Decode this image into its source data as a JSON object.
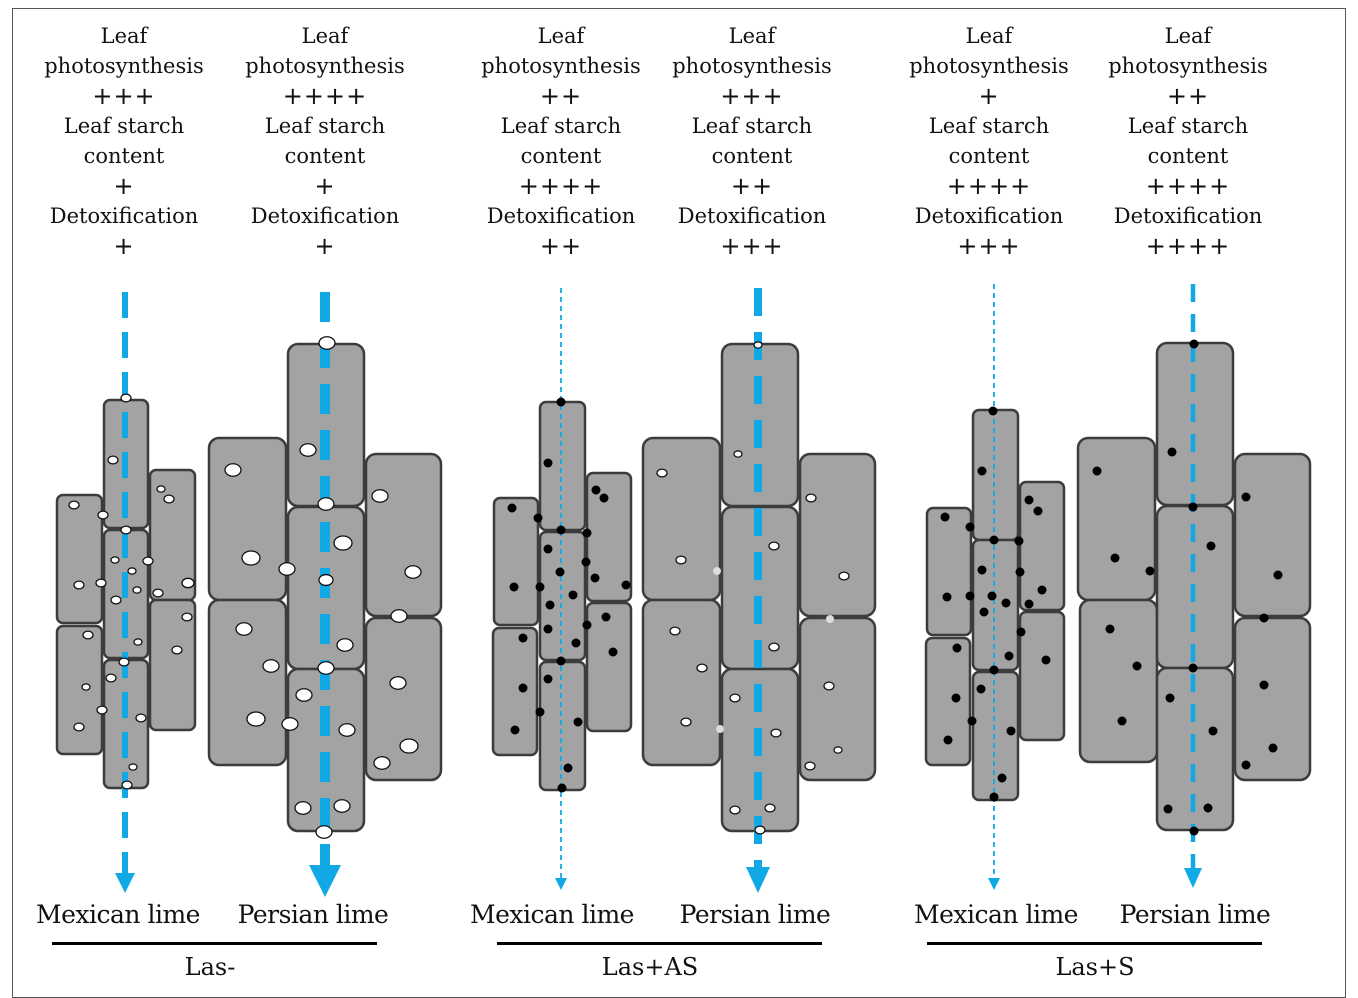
{
  "colors": {
    "cell_fill": "#a3a3a3",
    "cell_stroke": "#3c3c3c",
    "flow": "#11a8e6",
    "starch_grain": "#ffffff",
    "callose_dot": "#000000"
  },
  "columns": [
    {
      "photo_label": [
        "Leaf",
        "photosynthesis"
      ],
      "photo_level": "+++",
      "starch_label": [
        "Leaf starch",
        "content"
      ],
      "starch_level": "+",
      "detox_label": "Detoxification",
      "detox_level": "+"
    },
    {
      "photo_label": [
        "Leaf",
        "photosynthesis"
      ],
      "photo_level": "++++",
      "starch_label": [
        "Leaf starch",
        "content"
      ],
      "starch_level": "+",
      "detox_label": "Detoxification",
      "detox_level": "+"
    },
    {
      "photo_label": [
        "Leaf",
        "photosynthesis"
      ],
      "photo_level": "++",
      "starch_label": [
        "Leaf starch",
        "content"
      ],
      "starch_level": "++++",
      "detox_label": "Detoxification",
      "detox_level": "++"
    },
    {
      "photo_label": [
        "Leaf",
        "photosynthesis"
      ],
      "photo_level": "+++",
      "starch_label": [
        "Leaf starch",
        "content"
      ],
      "starch_level": "++",
      "detox_label": "Detoxification",
      "detox_level": "+++"
    },
    {
      "photo_label": [
        "Leaf",
        "photosynthesis"
      ],
      "photo_level": "+",
      "starch_label": [
        "Leaf starch",
        "content"
      ],
      "starch_level": "++++",
      "detox_label": "Detoxification",
      "detox_level": "+++"
    },
    {
      "photo_label": [
        "Leaf",
        "photosynthesis"
      ],
      "photo_level": "++",
      "starch_label": [
        "Leaf starch",
        "content"
      ],
      "starch_level": "++++",
      "detox_label": "Detoxification",
      "detox_level": "++++"
    }
  ],
  "species": [
    "Mexican lime",
    "Persian lime",
    "Mexican lime",
    "Persian lime",
    "Mexican lime",
    "Persian lime"
  ],
  "treatments": [
    "Las-",
    "Las+AS",
    "Las+S"
  ]
}
